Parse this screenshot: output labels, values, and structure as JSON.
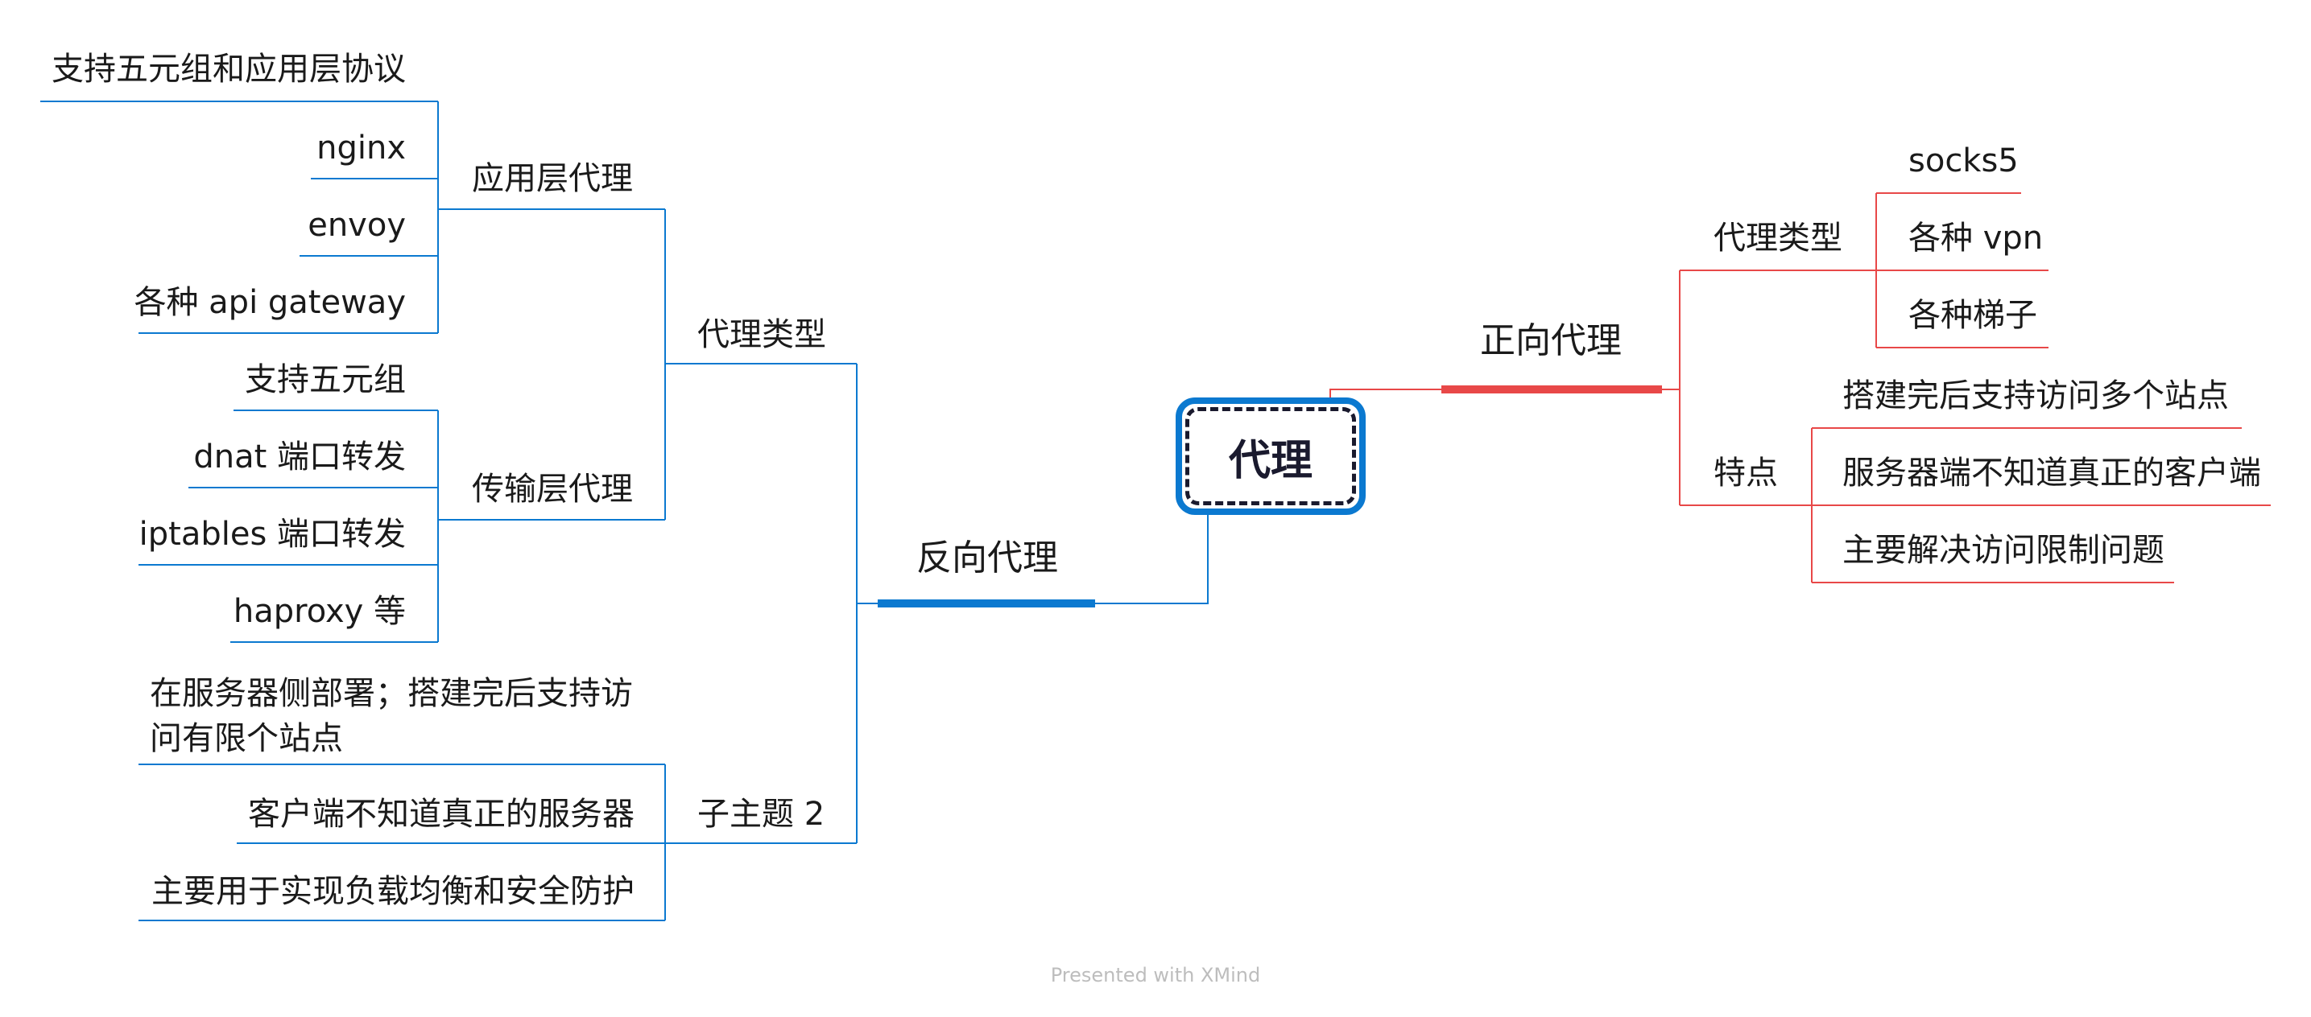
{
  "colors": {
    "blue": "#0b79d0",
    "red": "#e84848",
    "text": "#1a1a1a",
    "center_border": "#0b79d0"
  },
  "center": {
    "label": "代理"
  },
  "forward": {
    "label": "正向代理",
    "types": {
      "label": "代理类型",
      "items": [
        "socks5",
        "各种 vpn",
        "各种梯子"
      ]
    },
    "features": {
      "label": "特点",
      "items": [
        "搭建完后支持访问多个站点",
        "服务器端不知道真正的客户端",
        "主要解决访问限制问题"
      ]
    }
  },
  "reverse": {
    "label": "反向代理",
    "types": {
      "label": "代理类型",
      "app_layer": {
        "label": "应用层代理",
        "items": [
          "支持五元组和应用层协议",
          "nginx",
          "envoy",
          "各种 api gateway"
        ]
      },
      "transport_layer": {
        "label": "传输层代理",
        "items": [
          "支持五元组",
          "dnat 端口转发",
          "iptables 端口转发",
          "haproxy 等"
        ]
      }
    },
    "subtopic2": {
      "label": "子主题 2",
      "items": [
        "在服务器侧部署；搭建完后支持访问有限个站点",
        "客户端不知道真正的服务器",
        "主要用于实现负载均衡和安全防护"
      ]
    }
  },
  "footer": "Presented with XMind"
}
